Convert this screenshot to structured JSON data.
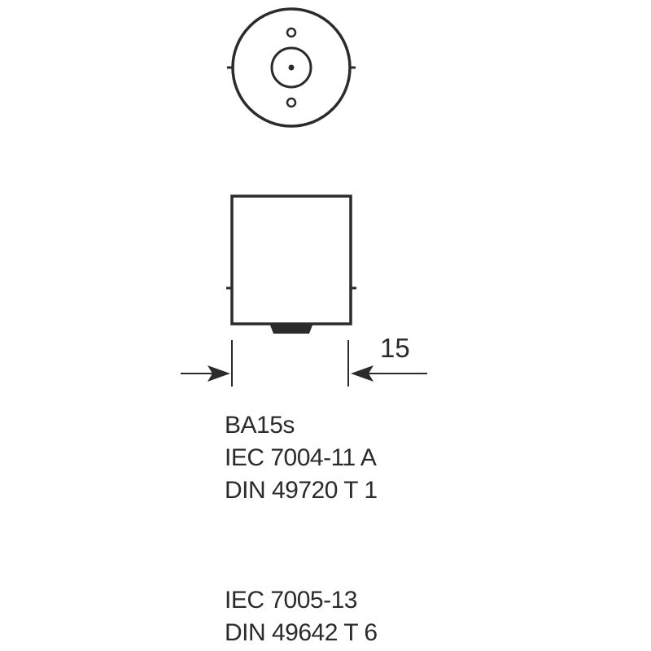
{
  "dimension": {
    "value": "15"
  },
  "specifications": {
    "cap_standards": [
      "BA15s",
      "IEC 7004-11 A",
      "DIN 49720 T 1"
    ],
    "holder_standards": [
      "IEC 7005-13",
      "DIN 49642 T 6"
    ]
  },
  "colors": {
    "line": "#2b2b2b",
    "background": "#ffffff"
  }
}
